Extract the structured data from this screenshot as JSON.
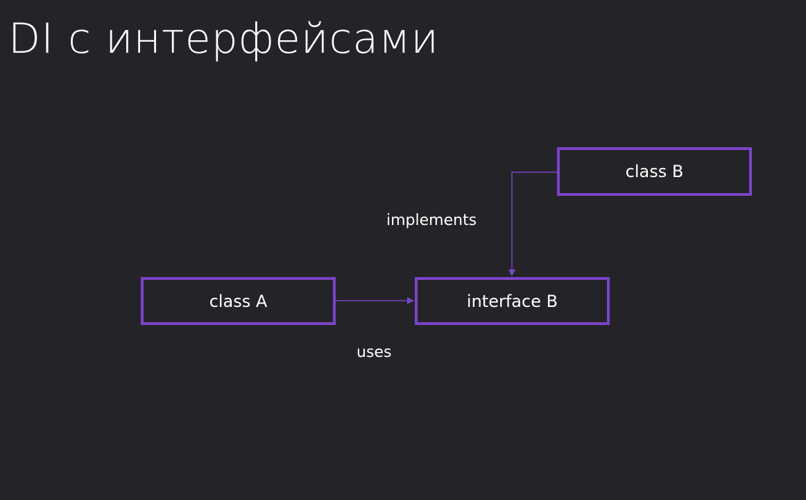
{
  "title": "DI с интерфейсами",
  "colors": {
    "background": "#242428",
    "accent": "#7a44c8",
    "text": "#ffffff"
  },
  "nodes": {
    "class_a": "class A",
    "interface_b": "interface B",
    "class_b": "class B"
  },
  "edges": {
    "implements": "implements",
    "uses": "uses"
  }
}
